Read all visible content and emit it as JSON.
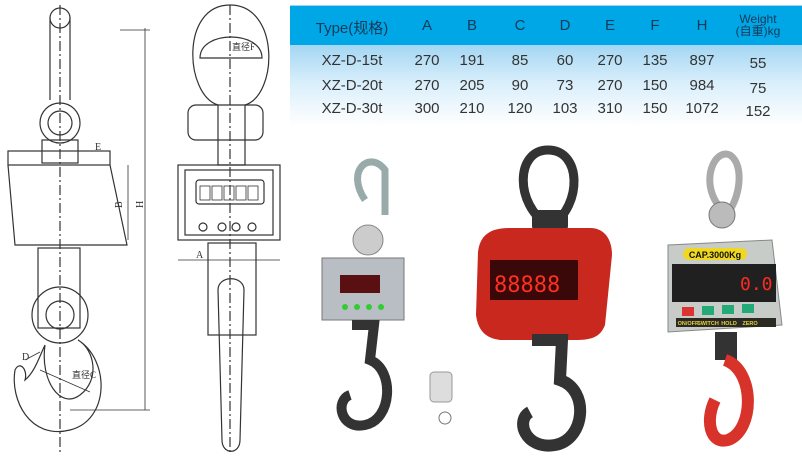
{
  "table": {
    "headers": [
      "Type(规格)",
      "A",
      "B",
      "C",
      "D",
      "E",
      "F",
      "H",
      "Weight",
      "(自重)kg"
    ],
    "rows": [
      [
        "XZ-D-15t",
        "270",
        "191",
        "85",
        "60",
        "270",
        "135",
        "897",
        "55"
      ],
      [
        "XZ-D-20t",
        "270",
        "205",
        "90",
        "73",
        "270",
        "150",
        "984",
        "75"
      ],
      [
        "XZ-D-30t",
        "300",
        "210",
        "120",
        "103",
        "310",
        "150",
        "1072",
        "152"
      ]
    ]
  },
  "drawing": {
    "labels": {
      "E": "E",
      "B": "B",
      "H": "H",
      "A": "A",
      "D": "D",
      "C": "直径C",
      "F": "直径F"
    }
  },
  "scale3": {
    "cap": "CAP.3000Kg",
    "reading": "0.0",
    "buttons": [
      "ON/OFF",
      "SWITCH",
      "HOLD",
      "ZERO"
    ]
  },
  "colors": {
    "header": "#00a7e6",
    "red_scale": "#c8281e",
    "hook_red": "#d8332a"
  }
}
